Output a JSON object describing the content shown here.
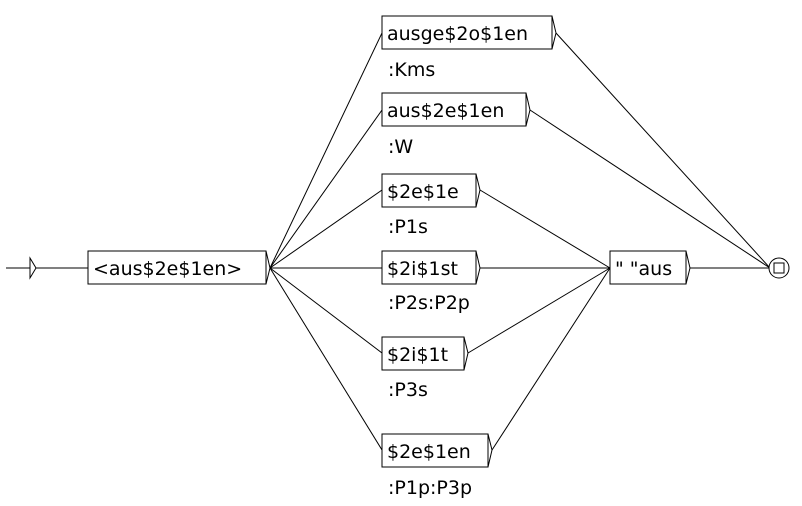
{
  "graph": {
    "nodes": {
      "root": {
        "label": "<aus$2e$1en>",
        "output": ""
      },
      "kms": {
        "label": "ausge$2o$1en",
        "output": ":Kms"
      },
      "w": {
        "label": "aus$2e$1en",
        "output": ":W"
      },
      "p1s": {
        "label": "$2e$1e",
        "output": ":P1s"
      },
      "p2s": {
        "label": "$2i$1st",
        "output": ":P2s:P2p"
      },
      "p3s": {
        "label": "$2i$1t",
        "output": ":P3s"
      },
      "p1p": {
        "label": "$2e$1en",
        "output": ":P1p:P3p"
      },
      "aus": {
        "label": "\" \"aus",
        "output": ""
      }
    }
  }
}
